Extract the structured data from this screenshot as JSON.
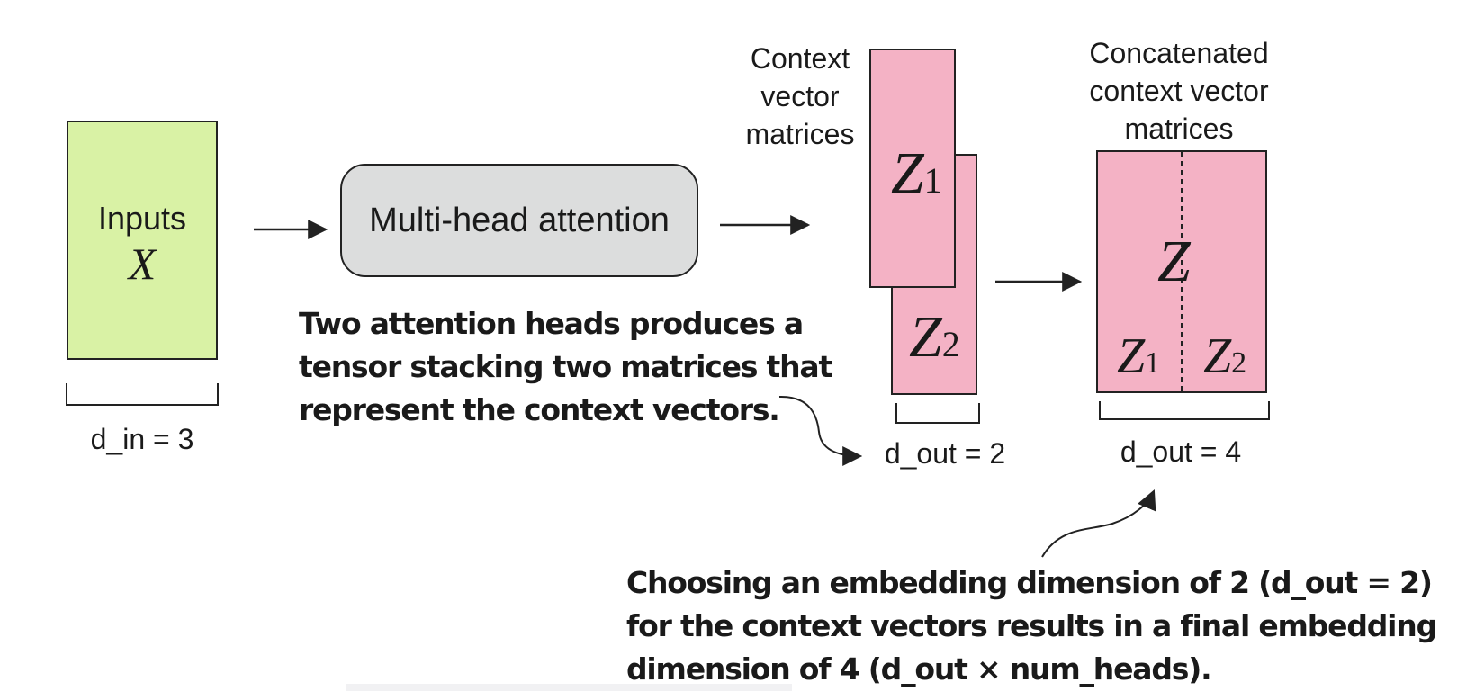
{
  "inputs": {
    "label": "Inputs",
    "variable": "X",
    "dim_label": "d_in = 3"
  },
  "attention": {
    "label": "Multi-head attention"
  },
  "context_vectors": {
    "title_lines": [
      "Context",
      "vector",
      "matrices"
    ],
    "z1": {
      "base": "Z",
      "sub": "1"
    },
    "z2": {
      "base": "Z",
      "sub": "2"
    },
    "dim_label": "d_out = 2"
  },
  "concatenated": {
    "title_lines": [
      "Concatenated",
      "context vector",
      "matrices"
    ],
    "z": "Z",
    "z1": {
      "base": "Z",
      "sub": "1"
    },
    "z2": {
      "base": "Z",
      "sub": "2"
    },
    "dim_label": "d_out = 4"
  },
  "annotations": {
    "heads_note_lines": [
      "Two attention heads produces a",
      "tensor stacking two matrices that",
      "represent the context vectors."
    ],
    "embedding_note_lines": [
      "Choosing an embedding dimension of 2 (d_out = 2)",
      "for the context vectors results in a final embedding",
      "dimension of 4 (d_out × num_heads)."
    ]
  },
  "colors": {
    "inputs_fill": "#d9f2a5",
    "attention_fill": "#dcdddd",
    "matrix_fill": "#f4b2c5",
    "stroke": "#222222"
  }
}
